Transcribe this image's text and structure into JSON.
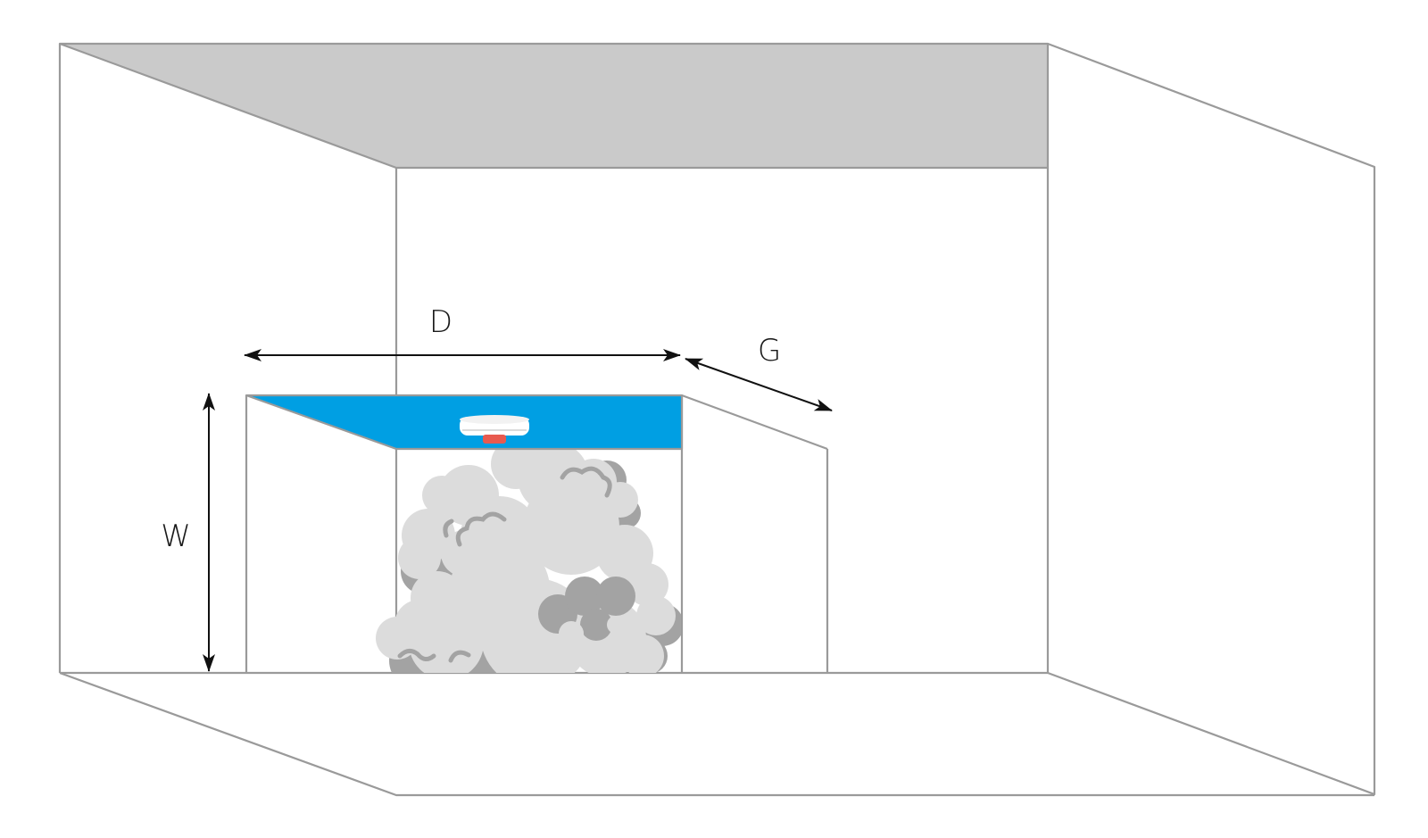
{
  "labels": {
    "D": "D",
    "G": "G",
    "W": "W"
  },
  "colors": {
    "outline": "#9a9a9a",
    "ceiling": "#cacaca",
    "alcove_ceiling": "#009fe3",
    "detector_body": "#ffffff",
    "detector_led": "#e85a4f",
    "smoke_light": "#dcdcdc",
    "smoke_dark": "#a3a3a3",
    "dimension_line": "#111111"
  },
  "icons": [
    "smoke-detector-icon",
    "smoke-cloud-icon",
    "dimension-arrow-icon"
  ]
}
